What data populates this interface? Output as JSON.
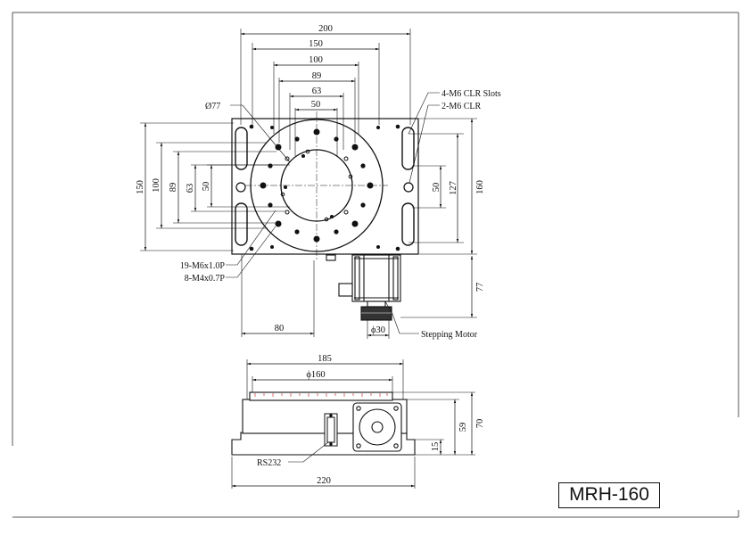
{
  "model": "MRH-160",
  "top_view": {
    "width_labels": {
      "w200": "200",
      "w150": "150",
      "w100": "100",
      "w89": "89",
      "w63": "63",
      "w50": "50"
    },
    "height_labels": {
      "h150": "150",
      "h100": "100",
      "h89": "89",
      "h63": "63",
      "h50": "50"
    },
    "right_labels": {
      "r50": "50",
      "r127": "127",
      "r160": "160",
      "r77": "77"
    },
    "bottom_labels": {
      "b80": "80",
      "phi30": "ϕ30"
    },
    "callouts": {
      "phi77": "Ø77",
      "slots": "4-M6 CLR Slots",
      "clr": "2-M6 CLR",
      "tapped_m6": "19-M6x1.0P",
      "tapped_m4": "8-M4x0.7P",
      "motor": "Stepping Motor"
    }
  },
  "side_view": {
    "w185": "185",
    "phi160": "ϕ160",
    "w220": "220",
    "h70": "70",
    "h59": "59",
    "h15": "15",
    "rs232": "RS232"
  }
}
